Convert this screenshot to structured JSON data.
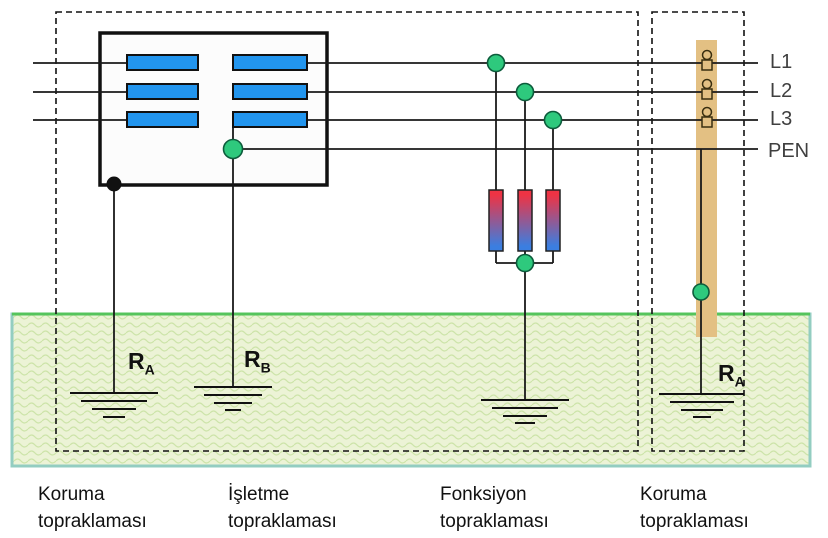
{
  "diagram": {
    "description": "TN earthing system diagram (Turkish labels)",
    "line_labels": {
      "l1": "L1",
      "l2": "L2",
      "l3": "L3",
      "pen": "PEN"
    },
    "resistance_labels": {
      "ra_left": {
        "base": "R",
        "sub": "A"
      },
      "rb": {
        "base": "R",
        "sub": "B"
      },
      "ra_right": {
        "base": "R",
        "sub": "A"
      }
    },
    "captions": [
      {
        "line1": "Koruma",
        "line2": "topraklaması"
      },
      {
        "line1": "İşletme",
        "line2": "topraklaması"
      },
      {
        "line1": "Fonksiyon",
        "line2": "topraklaması"
      },
      {
        "line1": "Koruma",
        "line2": "topraklaması"
      }
    ],
    "colors": {
      "wire": "#1a1a1a",
      "winding_blue": "#2295ee",
      "node_green": "#2ec97d",
      "node_green_edge": "#0d5c3c",
      "pole_tan": "#e3c083",
      "pole_edge": "#8a7340",
      "arrester_top": "#ee3344",
      "arrester_bottom": "#3b7ee0",
      "soil_fill": "#ecf3d6",
      "soil_wave": "#cde4a9",
      "soil_border": "#93cdc1",
      "soil_top_border": "#55c45c",
      "box_fill": "#fcfcfc"
    }
  }
}
